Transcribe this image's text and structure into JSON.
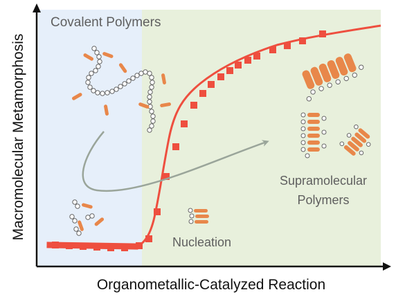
{
  "labels": {
    "covalent": "Covalent Polymers",
    "supra_line1": "Supramolecular",
    "supra_line2": "Polymers",
    "nucleation": "Nucleation"
  },
  "axes": {
    "x_label": "Organometallic-Catalyzed Reaction",
    "y_label": "Macromolecular Metamorphosis"
  },
  "colors": {
    "region_left": "#e6effa",
    "region_right": "#e8f0dc",
    "curve": "#ee4f3f",
    "rod": "#e8874a",
    "arrow": "#9aa59a",
    "text": "#5f5f5f",
    "axis": "#111111"
  }
}
